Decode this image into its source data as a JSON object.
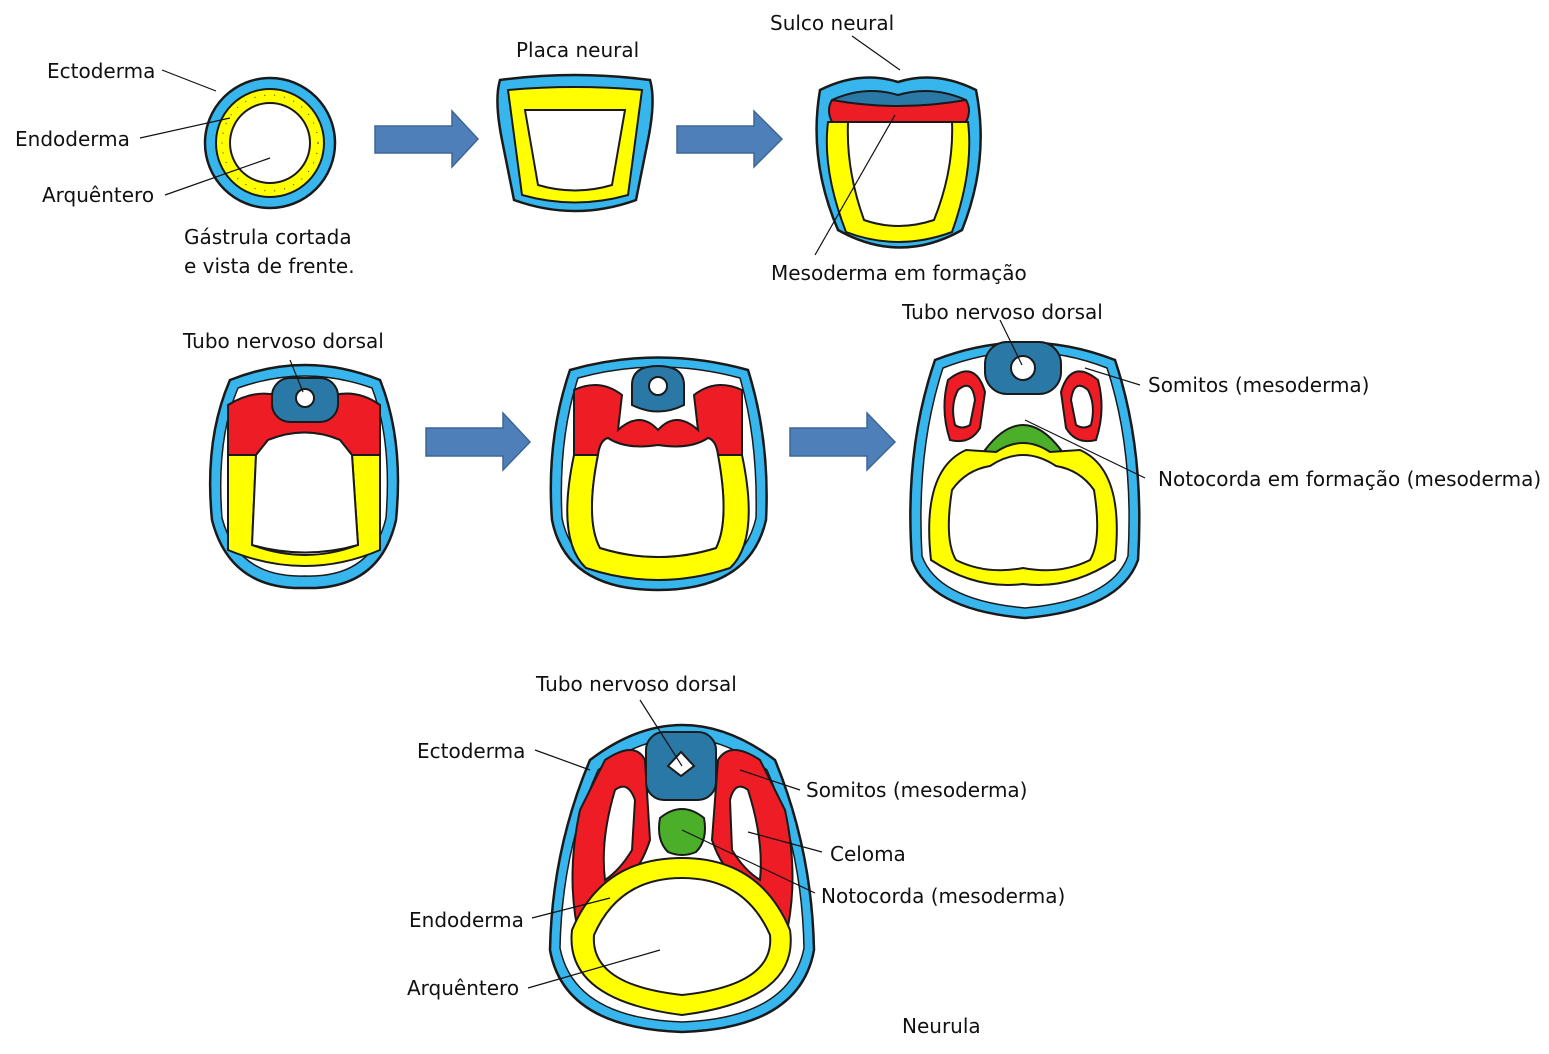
{
  "colors": {
    "ectoderm": "#37b6ee",
    "endoderm": "#ffff00",
    "mesoderm": "#ee1c24",
    "neural_tube": "#2a78a6",
    "notochord": "#4caf2a",
    "arrow": "#4f7fb9"
  },
  "row1": {
    "ectoderma": "Ectoderma",
    "endoderma": "Endoderma",
    "arquentero": "Arquêntero",
    "caption_line1": "Gástrula cortada",
    "caption_line2": "e vista de frente.",
    "placa_neural": "Placa neural",
    "sulco_neural": "Sulco neural",
    "mesoderma_formacao": "Mesoderma em formação"
  },
  "row2": {
    "tubo_left": "Tubo nervoso dorsal",
    "tubo_right": "Tubo nervoso dorsal",
    "somitos": "Somitos (mesoderma)",
    "notocorda_formacao": "Notocorda em formação (mesoderma)"
  },
  "row3": {
    "tubo": "Tubo nervoso dorsal",
    "ectoderma": "Ectoderma",
    "somitos": "Somitos (mesoderma)",
    "celoma": "Celoma",
    "notocorda": "Notocorda (mesoderma)",
    "endoderma": "Endoderma",
    "arquentero": "Arquêntero",
    "neurula": "Neurula"
  }
}
